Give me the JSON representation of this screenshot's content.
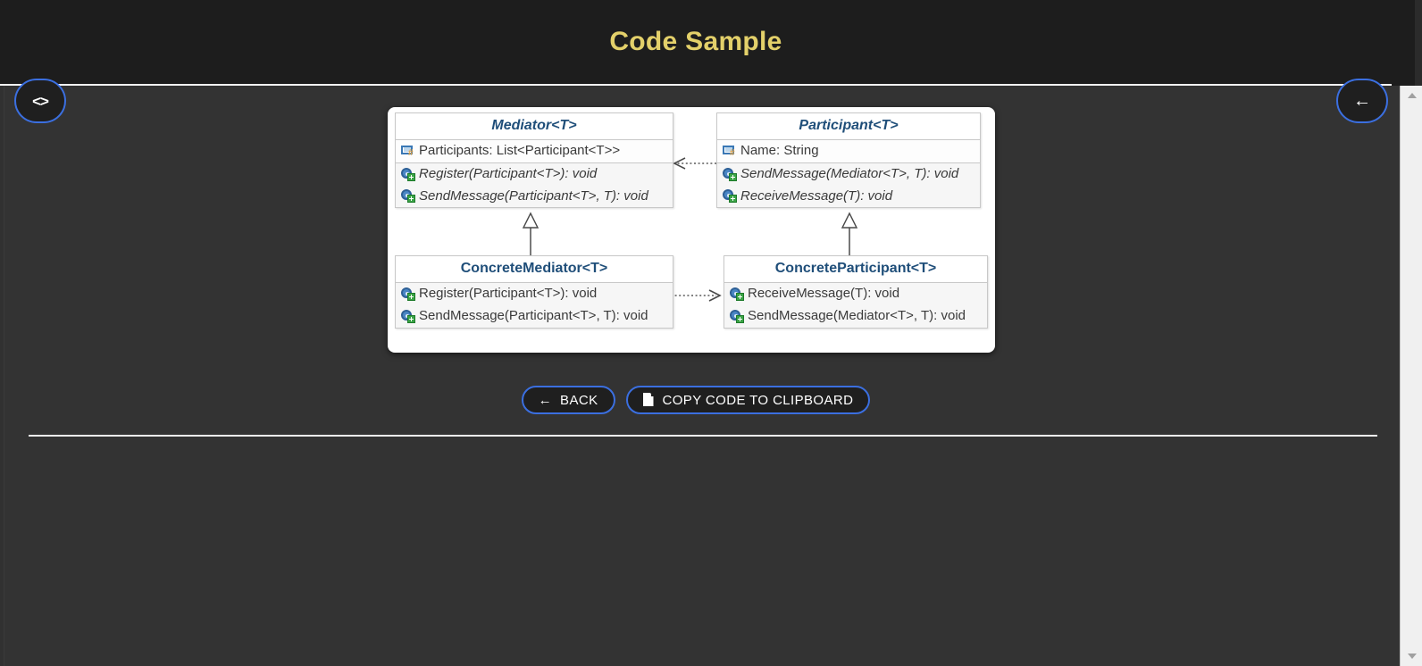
{
  "header": {
    "title": "Code Sample"
  },
  "fab": {
    "left": {
      "name": "code-icon",
      "glyph": "<>"
    },
    "right": {
      "name": "back-arrow-icon",
      "glyph": "←"
    }
  },
  "diagram": {
    "type": "uml-class-diagram",
    "pattern": "Mediator",
    "classes": [
      {
        "id": "mediator",
        "name": "Mediator<T>",
        "abstract": true,
        "properties": [
          {
            "icon": "property-icon",
            "text": "Participants: List<Participant<T>>"
          }
        ],
        "methods": [
          {
            "icon": "method-icon",
            "text": "Register(Participant<T>): void"
          },
          {
            "icon": "method-icon",
            "text": "SendMessage(Participant<T>, T): void"
          }
        ]
      },
      {
        "id": "participant",
        "name": "Participant<T>",
        "abstract": true,
        "properties": [
          {
            "icon": "property-icon",
            "text": "Name: String"
          }
        ],
        "methods": [
          {
            "icon": "method-icon",
            "text": "SendMessage(Mediator<T>, T): void"
          },
          {
            "icon": "method-icon",
            "text": "ReceiveMessage(T): void"
          }
        ]
      },
      {
        "id": "concrete-mediator",
        "name": "ConcreteMediator<T>",
        "abstract": false,
        "properties": [],
        "methods": [
          {
            "icon": "method-icon",
            "text": "Register(Participant<T>): void"
          },
          {
            "icon": "method-icon",
            "text": "SendMessage(Participant<T>, T): void"
          }
        ]
      },
      {
        "id": "concrete-participant",
        "name": "ConcreteParticipant<T>",
        "abstract": false,
        "properties": [],
        "methods": [
          {
            "icon": "method-icon",
            "text": "ReceiveMessage(T): void"
          },
          {
            "icon": "method-icon",
            "text": "SendMessage(Mediator<T>, T): void"
          }
        ]
      }
    ],
    "relations": [
      {
        "kind": "dependency",
        "from": "participant",
        "to": "mediator",
        "style": "dotted-open-arrow"
      },
      {
        "kind": "inheritance",
        "from": "concrete-mediator",
        "to": "mediator",
        "style": "solid-hollow-triangle"
      },
      {
        "kind": "inheritance",
        "from": "concrete-participant",
        "to": "participant",
        "style": "solid-hollow-triangle"
      },
      {
        "kind": "dependency",
        "from": "concrete-mediator",
        "to": "concrete-participant",
        "style": "dotted-open-arrow"
      }
    ]
  },
  "actions": {
    "back": {
      "label": "BACK",
      "icon": "left-arrow-icon",
      "glyph": "←"
    },
    "copy": {
      "label": "COPY CODE TO CLIPBOARD",
      "icon": "file-copy-icon"
    }
  },
  "colors": {
    "title": "#e3d06a",
    "header_bg": "#1d1d1d",
    "body_bg": "#333333",
    "accent_border": "#3b6fe0",
    "uml_title": "#1f4e79"
  }
}
